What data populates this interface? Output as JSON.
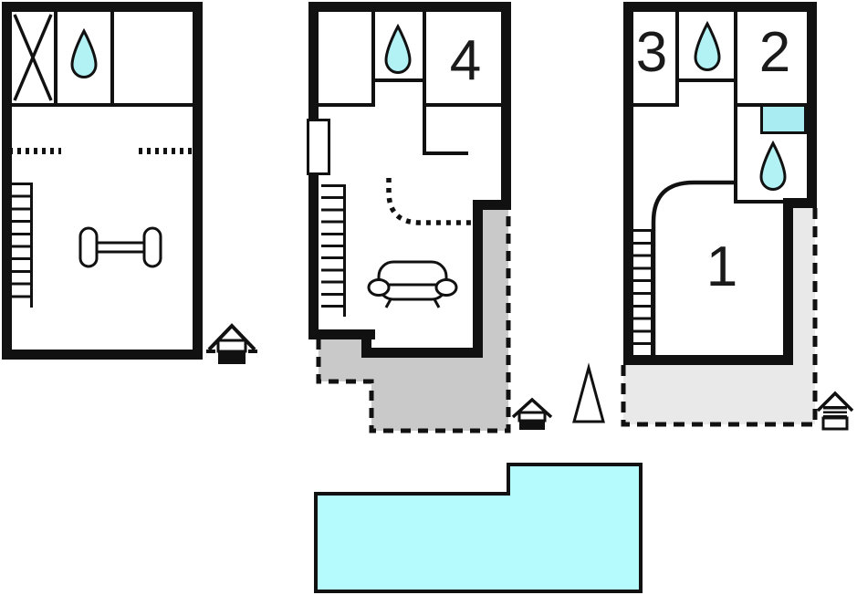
{
  "diagram_type": "house-floor-plans",
  "colors": {
    "background": "#ffffff",
    "wall": "#111111",
    "water": "#b2f2f5",
    "pool_water": "#b5fafc",
    "bathtub": "#a9ecf2",
    "terrace_mid_gray": "#c9c9c9",
    "terrace_light_gray": "#e9e9e9",
    "label_text": "#1a1a1a"
  },
  "room_labels": {
    "room1": "1",
    "room2": "2",
    "room3": "3",
    "room4": "4"
  },
  "plans": [
    {
      "name": "annex-plan",
      "features": [
        "wardrobe-x",
        "water-drop",
        "dashed-partitions",
        "stairs",
        "dumbbell",
        "house-level-icon-with-ground-dashes"
      ]
    },
    {
      "name": "ground-floor-plan",
      "features": [
        "water-drop",
        "room-4",
        "wall-niche",
        "stairs",
        "door-swing-arc",
        "sofa",
        "gray-terrace",
        "house-level-icon",
        "tree"
      ]
    },
    {
      "name": "upper-floor-plan",
      "features": [
        "room-3",
        "water-drop",
        "room-2",
        "bathtub",
        "water-drop",
        "curved-wall",
        "room-1",
        "stairs",
        "light-terrace",
        "house-level-icon"
      ]
    }
  ],
  "pool": {
    "name": "swimming-pool",
    "shape": "L-shaped"
  }
}
